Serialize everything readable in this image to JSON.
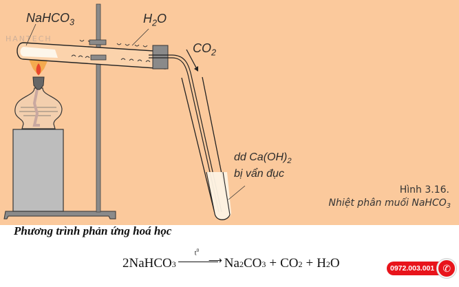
{
  "figure": {
    "labels": {
      "nahco3": {
        "base": "NaHCO",
        "sub": "3"
      },
      "h2o": {
        "base_h": "H",
        "sub": "2",
        "base_o": "O"
      },
      "co2": {
        "base": "CO",
        "sub": "2"
      },
      "caoh2_line1": {
        "base": "dd Ca(OH)",
        "sub": "2"
      },
      "caoh2_line2": "bị vẩn đục"
    },
    "caption": {
      "title": "Hình 3.16.",
      "subtitle_base": "Nhiệt phân muối NaHCO",
      "subtitle_sub": "3"
    },
    "watermark": "HANTECH",
    "colors": {
      "background": "#fbc99c",
      "stand_gray": "#8a8a8a",
      "block_gray": "#bdbdbd",
      "flame": "#e8452c",
      "outline": "#2a2a2a"
    }
  },
  "section": {
    "heading": "Phương trình phản ứng hoá học"
  },
  "equation": {
    "reactant_coef": "2",
    "reactant": "NaHCO",
    "reactant_sub": "3",
    "condition": "t",
    "condition_sup": "0",
    "product1": "Na",
    "product1_sub1": "2",
    "product1_mid": "CO",
    "product1_sub2": "3",
    "plus": "+",
    "product2": "CO",
    "product2_sub": "2",
    "product3_h": "H",
    "product3_sub": "2",
    "product3_o": "O"
  },
  "contact": {
    "phone": "0972.003.001",
    "icon": "phone-icon",
    "color": "#e8141b"
  }
}
